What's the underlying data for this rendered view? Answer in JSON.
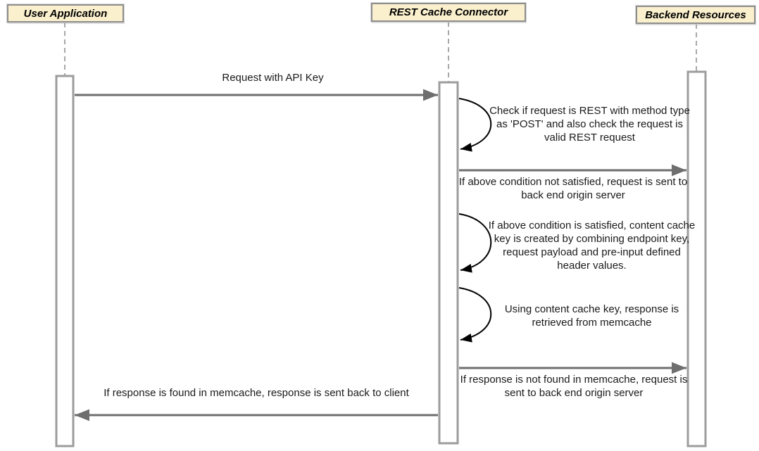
{
  "diagram": {
    "type": "uml-sequence-diagram",
    "actors": [
      {
        "name": "User Application"
      },
      {
        "name": "REST Cache Connector"
      },
      {
        "name": "Backend Resources"
      }
    ],
    "messages": [
      {
        "label": "Request with API Key",
        "from": "User Application",
        "to": "REST Cache Connector",
        "kind": "message"
      },
      {
        "label": "Check if request is REST with method type as 'POST' and also check the request is valid REST request",
        "from": "REST Cache Connector",
        "to": "REST Cache Connector",
        "kind": "self-message"
      },
      {
        "label": "If above condition not satisfied, request is sent to back end origin server",
        "from": "REST Cache Connector",
        "to": "Backend Resources",
        "kind": "message"
      },
      {
        "label": "If above condition is satisfied, content cache key is created by combining endpoint key, request payload and pre-input defined header values.",
        "from": "REST Cache Connector",
        "to": "REST Cache Connector",
        "kind": "self-message"
      },
      {
        "label": "Using content cache key, response is retrieved from memcache",
        "from": "REST Cache Connector",
        "to": "REST Cache Connector",
        "kind": "self-message"
      },
      {
        "label": "If response is not found in memcache, request is sent to back end origin server",
        "from": "REST Cache Connector",
        "to": "Backend Resources",
        "kind": "message"
      },
      {
        "label": "If response is found in memcache, response is sent back to client",
        "from": "REST Cache Connector",
        "to": "User Application",
        "kind": "message"
      }
    ],
    "colors": {
      "actor_fill": "#FAF0CD",
      "actor_border": "#8E8E8E",
      "message_arrow": "#6E6E6E",
      "self_arrow": "#000000",
      "lifeline": "#A8A8A8",
      "activation_border": "#9C9C9C",
      "activation_fill": "#FFFFFF"
    }
  }
}
